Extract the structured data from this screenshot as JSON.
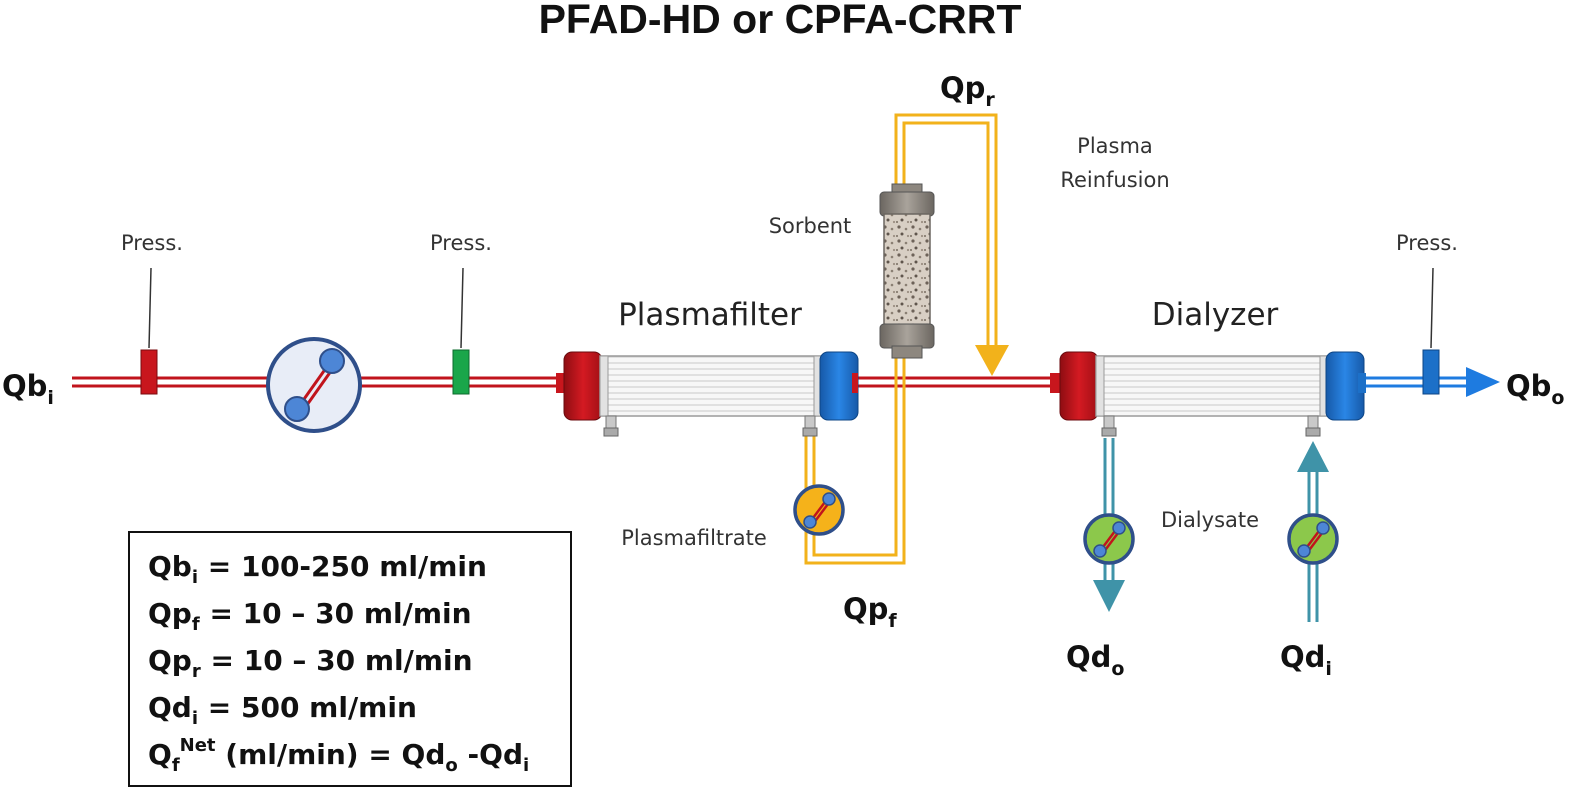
{
  "title": "PFAD-HD or CPFA-CRRT",
  "flows": {
    "blood_in": {
      "main": "Qb",
      "sub": "i"
    },
    "blood_out": {
      "main": "Qb",
      "sub": "o"
    },
    "plasma_reinfusion": {
      "main": "Qp",
      "sub": "r"
    },
    "plasma_filtrate": {
      "main": "Qp",
      "sub": "f"
    },
    "dialysate_out": {
      "main": "Qd",
      "sub": "o"
    },
    "dialysate_in": {
      "main": "Qd",
      "sub": "i"
    }
  },
  "labels": {
    "press_1": "Press.",
    "press_2": "Press.",
    "press_3": "Press.",
    "sorbent": "Sorbent",
    "plasma_reinfusion_line1": "Plasma",
    "plasma_reinfusion_line2": "Reinfusion",
    "plasmafilter": "Plasmafilter",
    "dialyzer": "Dialyzer",
    "plasmafiltrate": "Plasmafiltrate",
    "dialysate": "Dialysate"
  },
  "info_box": {
    "line1": {
      "q": "Qb",
      "sub": "i",
      "value": " =  100-250 ml/min"
    },
    "line2": {
      "q": "Qp",
      "sub": "f",
      "value": "   =  10 – 30 ml/min"
    },
    "line3": {
      "q": "Qp",
      "sub": "r",
      "value": "  =   10 – 30 ml/min"
    },
    "line4": {
      "q": "Qd",
      "sub": "i",
      "value": " = 500 ml/min"
    },
    "line5": {
      "q": "Q",
      "sub": "f",
      "sup": "Net",
      "mid": " (ml/min) = Qd",
      "sub2": "o",
      "end": " -Qd",
      "sub3": "i"
    }
  },
  "colors": {
    "blood": "#c1141c",
    "blood_out": "#1e7be0",
    "plasma": "#f2b21b",
    "dialysate": "#3f93a8",
    "filter_red_cap": "#c8161d",
    "filter_blue_cap": "#1c70c8",
    "press_red": "#c8161d",
    "press_green": "#1aa64a",
    "press_blue": "#1c70c8",
    "pump_blood": "#dfe7f5",
    "pump_plasma": "#f5b21a",
    "pump_dialysate": "#8cc84b"
  }
}
